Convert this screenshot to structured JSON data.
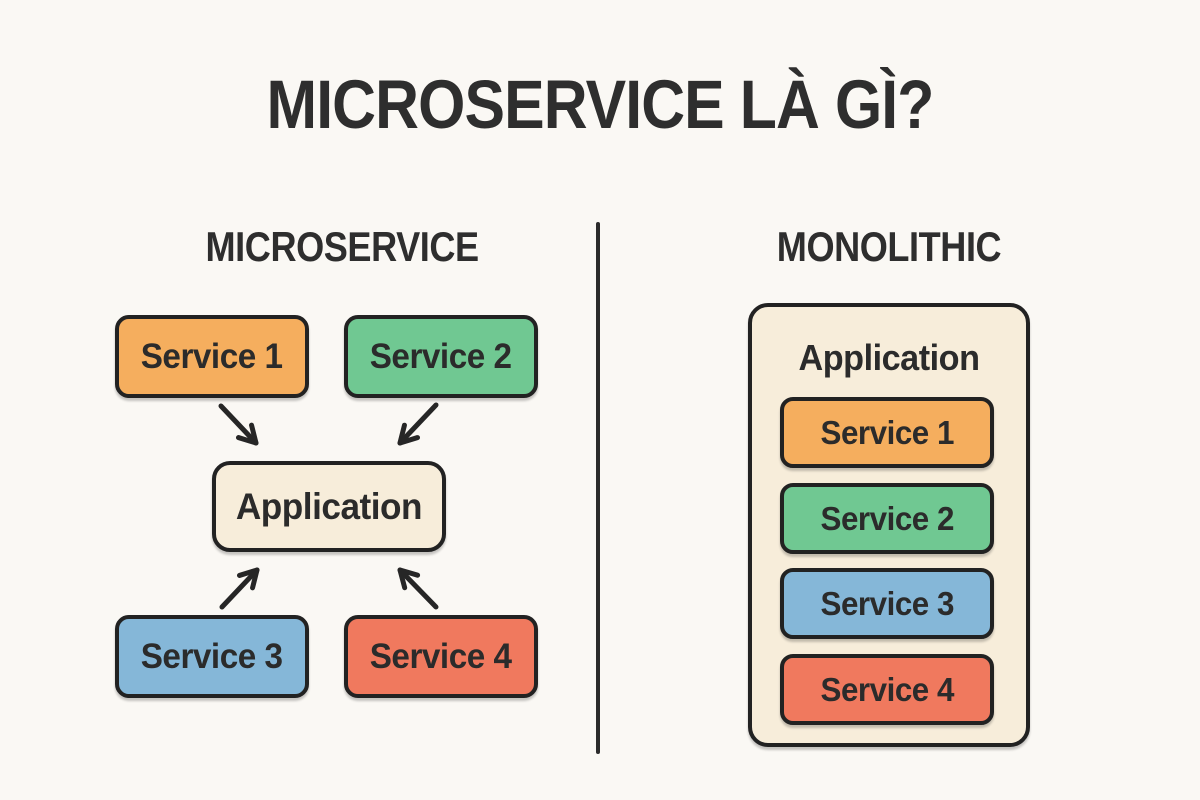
{
  "title": "MICROSERVICE LÀ GÌ?",
  "palette": {
    "background": "#faf8f4",
    "ink": "#2b2b2b",
    "cream": "#f7edda",
    "orange": "#f5ae5e",
    "green": "#70c892",
    "blue": "#85b7d8",
    "salmon": "#f0795e"
  },
  "left_panel": {
    "heading": "MICROSERVICE",
    "application_label": "Application",
    "services": [
      {
        "label": "Service 1",
        "color": "#f5ae5e"
      },
      {
        "label": "Service 2",
        "color": "#70c892"
      },
      {
        "label": "Service 3",
        "color": "#85b7d8"
      },
      {
        "label": "Service 4",
        "color": "#f0795e"
      }
    ]
  },
  "right_panel": {
    "heading": "MONOLITHIC",
    "application_label": "Application",
    "services": [
      {
        "label": "Service 1",
        "color": "#f5ae5e"
      },
      {
        "label": "Service 2",
        "color": "#70c892"
      },
      {
        "label": "Service 3",
        "color": "#85b7d8"
      },
      {
        "label": "Service 4",
        "color": "#f0795e"
      }
    ]
  }
}
